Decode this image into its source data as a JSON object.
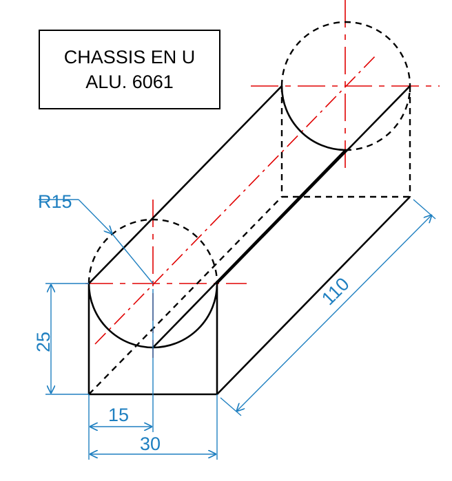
{
  "title": {
    "line1": "CHASSIS EN U",
    "line2": "ALU. 6061"
  },
  "dimensions": {
    "radius": "R15",
    "height": "25",
    "half_width": "15",
    "width": "30",
    "length": "110"
  },
  "colors": {
    "outline": "#000000",
    "centerline": "#e00000",
    "dimension": "#1e7fc0"
  }
}
